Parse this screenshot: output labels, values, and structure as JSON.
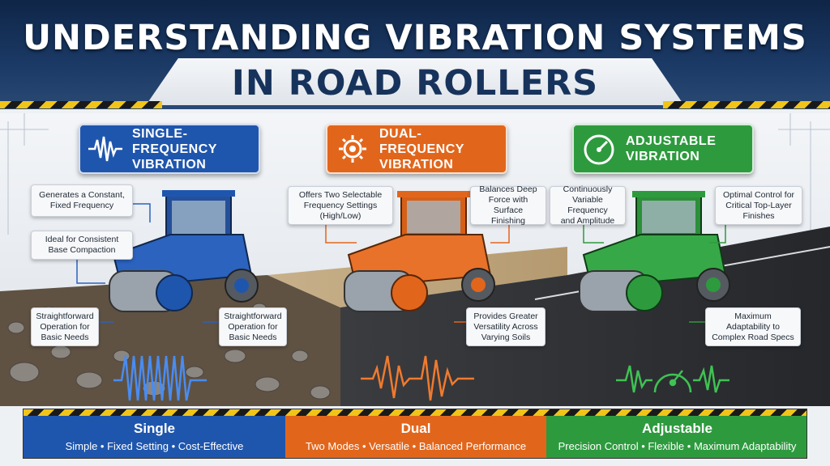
{
  "title": {
    "line1": "UNDERSTANDING VIBRATION SYSTEMS",
    "line2": "IN ROAD ROLLERS"
  },
  "panels": [
    {
      "heading": "SINGLE-FREQUENCY\nVIBRATION",
      "icon": "wave-icon",
      "color": "#1f56ad",
      "callouts": [
        "Generates a Constant,\nFixed Frequency",
        "Ideal for Consistent\nBase Compaction",
        "Straightforward\nOperation for\nBasic Needs",
        "Straightforward\nOperation for\nBasic Needs"
      ]
    },
    {
      "heading": "DUAL-FREQUENCY\nVIBRATION",
      "icon": "gear-wave-icon",
      "color": "#e1661c",
      "callouts": [
        "Offers Two Selectable\nFrequency Settings\n(High/Low)",
        "Balances Deep\nForce with\nSurface Finishing",
        "Provides Greater\nVersatility Across\nVarying Soils"
      ]
    },
    {
      "heading": "ADJUSTABLE\nVIBRATION",
      "icon": "gauge-icon",
      "color": "#2e9a3e",
      "callouts": [
        "Continuously\nVariable Frequency\nand Amplitude",
        "Optimal Control for\nCritical Top-Layer\nFinishes",
        "Maximum\nAdaptability to\nComplex Road Specs"
      ]
    }
  ],
  "summary": [
    {
      "title": "Single",
      "subtitle": "Simple • Fixed Setting • Cost-Effective",
      "color": "#1f56ad"
    },
    {
      "title": "Dual",
      "subtitle": "Two Modes • Versatile • Balanced Performance",
      "color": "#e1661c"
    },
    {
      "title": "Adjustable",
      "subtitle": "Precision Control • Flexible • Maximum Adaptability",
      "color": "#2e9a3e"
    }
  ],
  "colors": {
    "navy": "#13305a",
    "hazard_yellow": "#f0c419",
    "asphalt": "#2a2d33",
    "gravel": "#6b5a48"
  }
}
